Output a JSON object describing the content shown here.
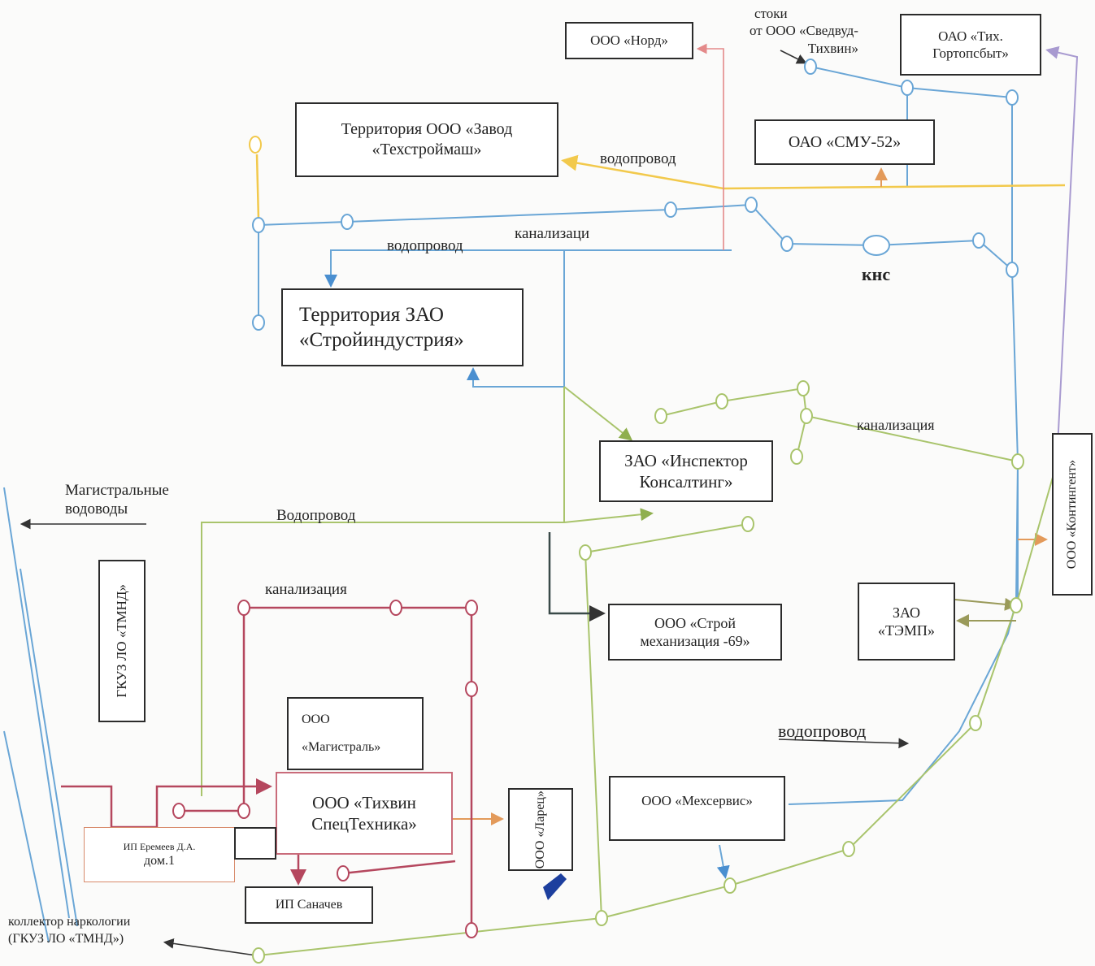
{
  "orgs": {
    "nord": "ООО «Норд»",
    "tikh_gort_1": "ОАО «Тих.",
    "tikh_gort_2": "Гортопсбыт»",
    "zavod_1": "Территория ООО «Завод",
    "zavod_2": "«Техстроймаш»",
    "smu": "ОАО «СМУ-52»",
    "stroyind_1": "Территория ЗАО",
    "stroyind_2": "«Стройиндустрия»",
    "inspektor_1": "ЗАО «Инспектор",
    "inspektor_2": "Консалтинг»",
    "kontingent": "ООО «Контингент»",
    "gkuz": "ГКУЗ ЛО «ТМНД»",
    "temp_1": "ЗАО",
    "temp_2": "«ТЭМП»",
    "strmeh_1": "ООО «Строй",
    "strmeh_2": "механизация -69»",
    "magistral_1": "ООО",
    "magistral_2": "«Магистраль»",
    "spectech_1": "ООО «Тихвин",
    "spectech_2": "СпецТехника»",
    "larets": "ООО «Ларец»",
    "mehservis": "ООО «Мехсервис»",
    "eremeev_1": "ИП Еремеев  Д.А.",
    "eremeev_2": "дом.1",
    "sanachev": "ИП Саначев"
  },
  "labels": {
    "stoki_1": "стоки",
    "stoki_2": "от ООО «Сведвуд-",
    "stoki_3": "Тихвин»",
    "vodoprovod_top": "водопровод",
    "kanalizaci": "канализаци",
    "vodoprovod_left": "водопровод",
    "kns": "кнс",
    "kanalizatsiya_right": "канализация",
    "magistral_vod_1": "Магистральные",
    "magistral_vod_2": "водоводы",
    "vodoprovod_mid": "Водопровод",
    "kanalizatsiya_mid": "канализация",
    "vodoprovod_bottom": "водопровод",
    "kollektor_1": "коллектор наркологии",
    "kollektor_2": "(ГКУЗ ЛО «ТМНД»)"
  },
  "colors": {
    "water_blue": "#5b9bd5",
    "water_yellow": "#f2c94c",
    "sewer_green": "#a9c46c",
    "sewer_red": "#b5475e",
    "pink": "#e48a8a",
    "orange": "#e39a5a",
    "dark": "#3a3a3a",
    "purple": "#a89ad0"
  }
}
